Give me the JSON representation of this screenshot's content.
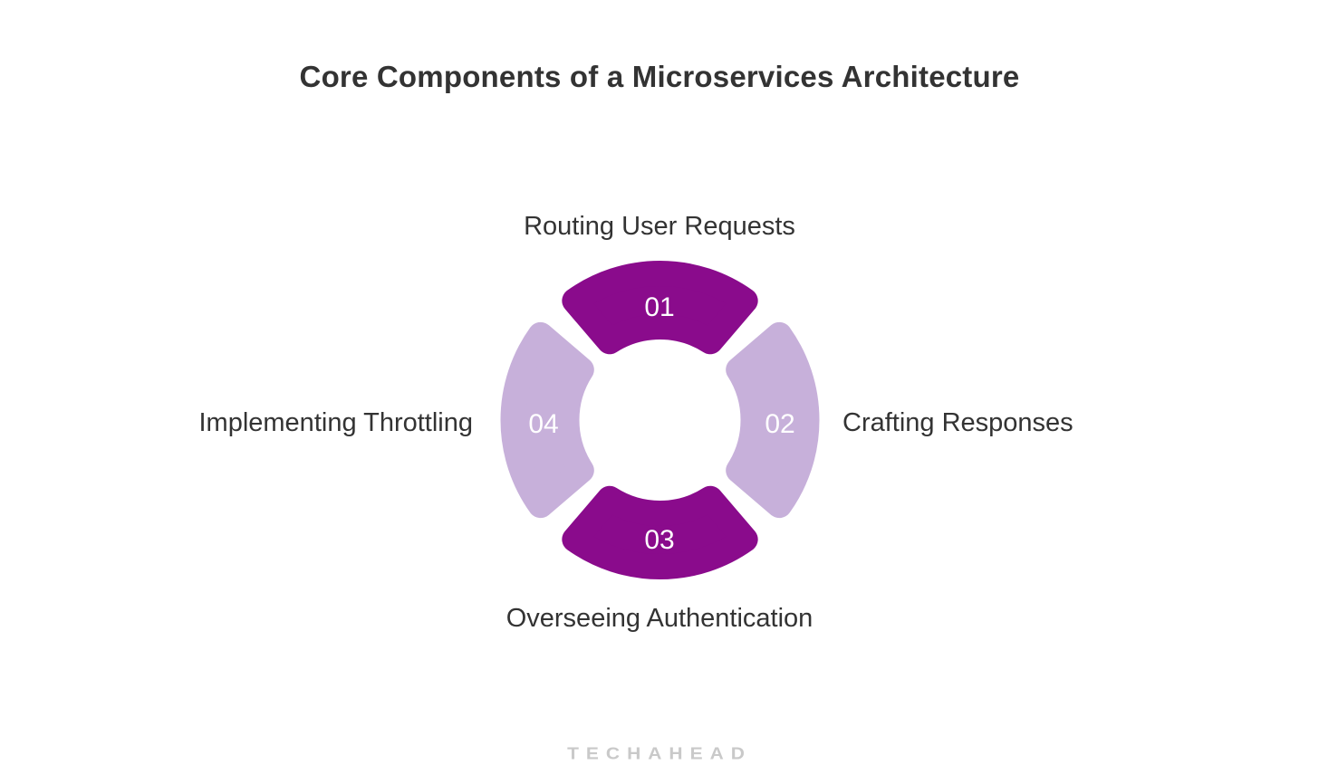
{
  "title": "Core Components of a Microservices Architecture",
  "diagram": {
    "type": "segmented-circle-cycle",
    "segments": [
      {
        "number": "01",
        "label": "Routing User Requests",
        "position": "top",
        "color": "#8A0B8C"
      },
      {
        "number": "02",
        "label": "Crafting Responses",
        "position": "right",
        "color": "#C7B0DA"
      },
      {
        "number": "03",
        "label": "Overseeing Authentication",
        "position": "bottom",
        "color": "#8A0B8C"
      },
      {
        "number": "04",
        "label": "Implementing Throttling",
        "position": "left",
        "color": "#C7B0DA"
      }
    ],
    "colors": {
      "segment_dark": "#8A0B8C",
      "segment_light": "#C7B0DA",
      "number_text": "#FFFFFF",
      "label_text": "#333333",
      "title_text": "#333333",
      "watermark_text": "#C9C9C9",
      "background": "#FFFFFF"
    }
  },
  "watermark": "TECHAHEAD"
}
